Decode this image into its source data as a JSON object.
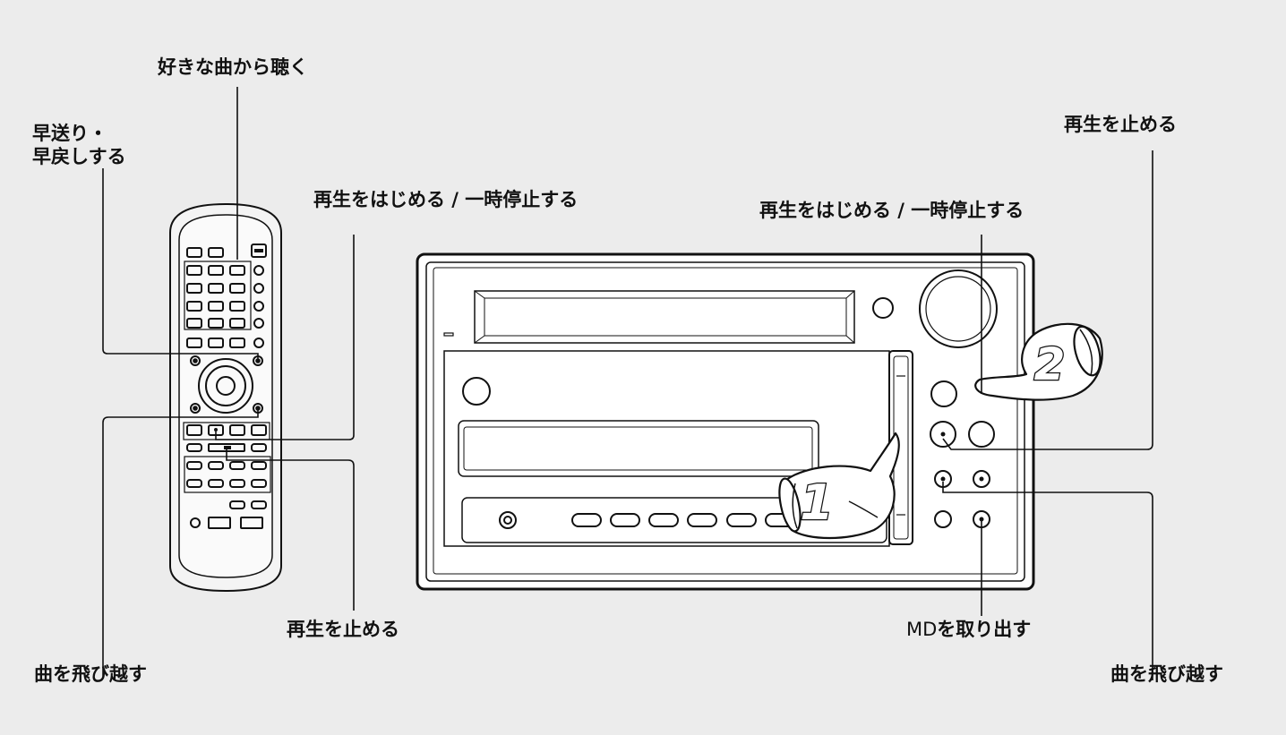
{
  "labels": {
    "remote_listen_from": "好きな曲から聴く",
    "remote_ff_rew_line1": "早送り・",
    "remote_ff_rew_line2": "早戻しする",
    "remote_play_pause": "再生をはじめる / 一時停止する",
    "remote_stop": "再生を止める",
    "remote_skip": "曲を飛び越す",
    "unit_stop": "再生を止める",
    "unit_play_pause": "再生をはじめる / 一時停止する",
    "unit_eject_prefix": "MD",
    "unit_eject_suffix": "を取り出す",
    "unit_skip": "曲を飛び越す"
  },
  "steps": {
    "step1": "1",
    "step2": "2"
  }
}
